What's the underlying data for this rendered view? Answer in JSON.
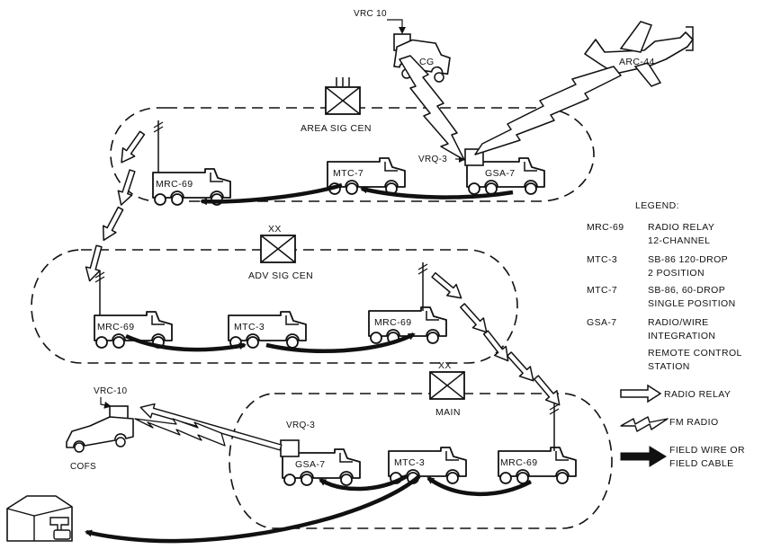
{
  "headquarters": {
    "area": {
      "label": "AREA SIG CEN",
      "echelon": "III"
    },
    "adv": {
      "label": "ADV SIG CEN",
      "echelon": "XX"
    },
    "main": {
      "label": "MAIN",
      "echelon": "XX"
    }
  },
  "vehicles": {
    "area_mrc69": "MRC-69",
    "area_mtc7": "MTC-7",
    "area_gsa7": "GSA-7",
    "adv_mrc69a": "MRC-69",
    "adv_mtc3": "MTC-3",
    "adv_mrc69b": "MRC-69",
    "main_gsa7": "GSA-7",
    "main_mtc3": "MTC-3",
    "main_mrc69": "MRC-69",
    "cg": "CG",
    "cofs": "COFS",
    "aircraft": "ARC-44"
  },
  "callouts": {
    "vrc10_top": "VRC 10",
    "vrq3_top": "VRQ-3",
    "vrc10_left": "VRC-10",
    "vrq3_main": "VRQ-3"
  },
  "legend": {
    "title": "LEGEND:",
    "entries": [
      {
        "code": "MRC-69",
        "line1": "RADIO RELAY",
        "line2": "12-CHANNEL"
      },
      {
        "code": "MTC-3",
        "line1": "SB-86 120-DROP",
        "line2": "2 POSITION"
      },
      {
        "code": "MTC-7",
        "line1": "SB-86, 60-DROP",
        "line2": "SINGLE POSITION"
      },
      {
        "code": "GSA-7",
        "line1": "RADIO/WIRE",
        "line2": "INTEGRATION",
        "line3": "REMOTE CONTROL",
        "line4": "STATION"
      }
    ],
    "keys": {
      "radio_relay": "RADIO RELAY",
      "fm_radio": "FM RADIO",
      "field_wire_1": "FIELD WIRE OR",
      "field_wire_2": "FIELD CABLE"
    }
  }
}
